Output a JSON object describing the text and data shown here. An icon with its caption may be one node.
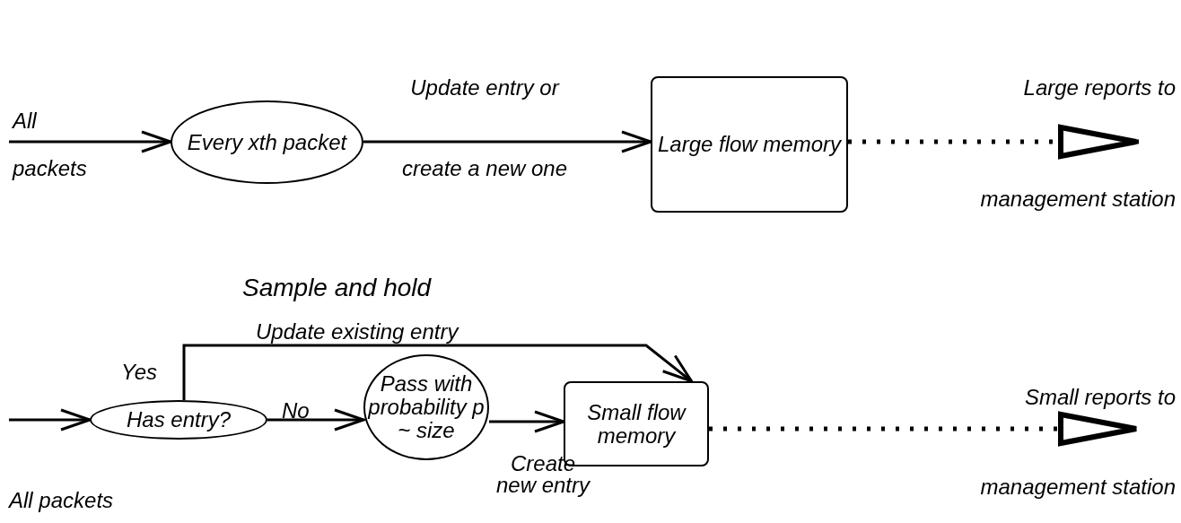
{
  "diagram": {
    "nodes": [
      {
        "text": [
          "Every xth packet"
        ]
      },
      {
        "text": [
          "Large flow memory"
        ]
      },
      {
        "text": [
          "Has entry?"
        ]
      },
      {
        "text": [
          "Pass with probability p ~ size"
        ]
      },
      {
        "text": [
          "Small flow memory"
        ]
      }
    ],
    "edges": [
      {
        "from": null,
        "to": 0,
        "arrow": "to",
        "label": "All packets"
      },
      {
        "from": 0,
        "to": 1,
        "arrow": "to",
        "label": "Update entry or create a new one"
      },
      {
        "from": 1,
        "to": null,
        "arrow": "to",
        "style": "dashed",
        "label": "Large reports to management station"
      },
      {
        "from": null,
        "to": 2,
        "arrow": "to",
        "label": "All packets"
      },
      {
        "from": 2,
        "to": 4,
        "arrow": "to",
        "label": "Update existing entry"
      },
      {
        "from": 2,
        "to": 3,
        "arrow": "to",
        "label": "No"
      },
      {
        "from": 3,
        "to": 4,
        "arrow": "to",
        "label": "Create new entry"
      },
      {
        "from": 4,
        "to": null,
        "arrow": "to",
        "style": "dashed",
        "label": "Small reports to management station"
      }
    ],
    "labels": [
      "Sample and hold",
      "Yes"
    ]
  }
}
